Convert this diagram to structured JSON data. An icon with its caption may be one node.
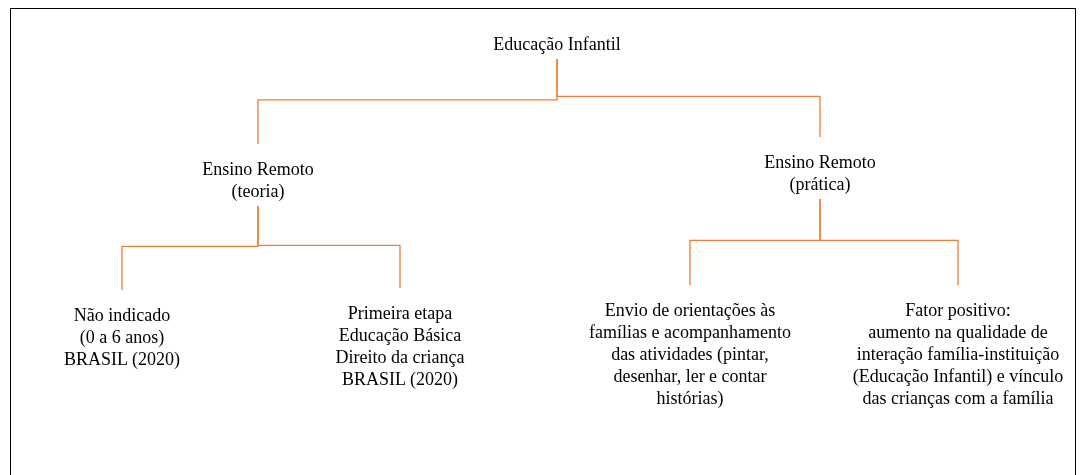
{
  "diagram": {
    "nodes": [
      {
        "text": [
          "Educação Infantil"
        ]
      },
      {
        "text": [
          "Ensino Remoto (teoria)"
        ]
      },
      {
        "text": [
          "Ensino Remoto (prática)"
        ]
      },
      {
        "text": [
          "Não indicado",
          "(0 a 6 anos)",
          "BRASIL (2020)"
        ]
      },
      {
        "text": [
          "Primeira etapa",
          "Educação Básica",
          "Direito da criança",
          "BRASIL (2020)"
        ]
      },
      {
        "text": [
          "Envio de orientações às famílias e acompanhamento das atividades (pintar, desenhar, ler e contar histórias)"
        ]
      },
      {
        "text": [
          "Fator positivo:",
          "aumento na qualidade de interação família-instituição (Educação Infantil) e vínculo das crianças com a família"
        ]
      }
    ],
    "edges": [
      {
        "from": 0,
        "to": 1,
        "arrow": "none"
      },
      {
        "from": 0,
        "to": 2,
        "arrow": "none"
      },
      {
        "from": 1,
        "to": 3,
        "arrow": "none"
      },
      {
        "from": 1,
        "to": 4,
        "arrow": "none"
      },
      {
        "from": 2,
        "to": 5,
        "arrow": "none"
      },
      {
        "from": 2,
        "to": 6,
        "arrow": "none"
      }
    ]
  }
}
